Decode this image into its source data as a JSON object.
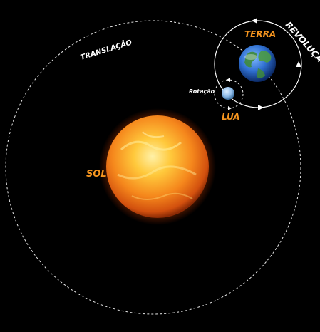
{
  "labels": {
    "translation": "TRANSLAÇÃO",
    "revolution": "REVOLUÇÃO",
    "earth": "TERRA",
    "rotation": "Rotação",
    "moon": "LUA",
    "sun": "SOL"
  },
  "colors": {
    "background": "#000000",
    "label_orange": "#f5951f",
    "label_white": "#ffffff",
    "orbit_line": "#e6e6e6",
    "sun_core": "#ffd24a",
    "sun_edge": "#d2500e",
    "earth_ocean": "#2f6fd0",
    "earth_land": "#3f8a3a",
    "moon": "#9cc4ee"
  }
}
